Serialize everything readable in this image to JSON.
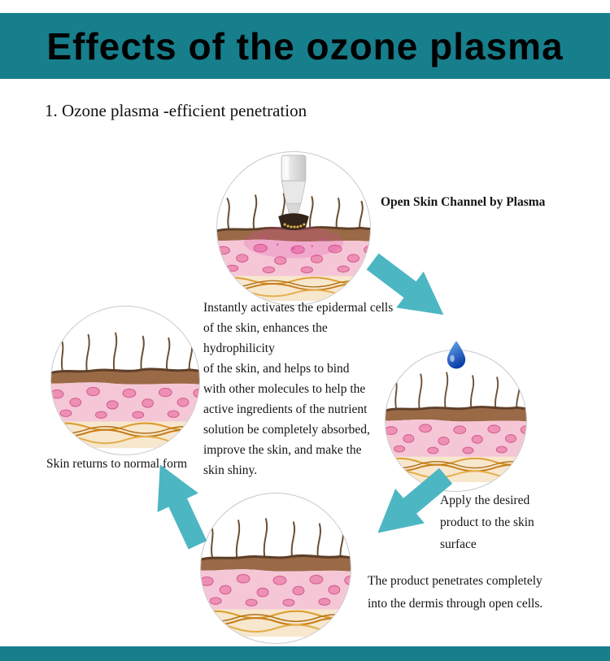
{
  "colors": {
    "banner_bg": "#177e8c",
    "arrow": "#4db6c3"
  },
  "banner": {
    "title": "Effects of the ozone plasma"
  },
  "section": {
    "heading": "1. Ozone plasma -efficient penetration"
  },
  "cycle": {
    "step_top_label": "Open Skin Channel by Plasma",
    "center_text": [
      "Instantly activates the epidermal cells",
      "of the skin, enhances the hydrophilicity",
      "of the skin, and helps to bind",
      "with other molecules to help the",
      "active ingredients of the nutrient",
      "solution be completely absorbed,",
      "improve the skin, and make the",
      "skin shiny."
    ],
    "step_right_label": [
      "Apply the desired",
      "product to the skin",
      "surface"
    ],
    "step_bottom_label": [
      "The product penetrates completely",
      "into the dermis through open cells."
    ],
    "step_left_label": "Skin returns to normal form",
    "icons": {
      "droplet": "water-droplet",
      "handpiece": "plasma-handpiece",
      "arrow": "flow-arrow"
    }
  }
}
